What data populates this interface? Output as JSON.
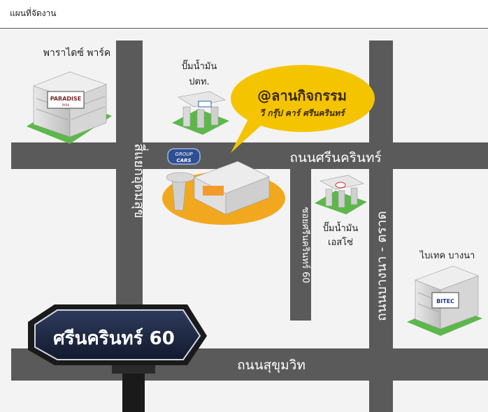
{
  "header": {
    "title": "แผนที่จัดงาน"
  },
  "map": {
    "roads": {
      "srinakarin": "ถนนศรีนครินทร์",
      "sukhumvit": "ถนนสุขุมวิท",
      "bangna_trad": "ถนนบางนา - ตราด",
      "udomsuk": "สี่แยกอุดมสุข",
      "soi60": "ซอยศรีนครินทร์ 60"
    },
    "landmarks": {
      "paradise_label": "พาราไดซ์ พาร์ค",
      "paradise_logo": "PARADISE",
      "paradise_sub": "PARK",
      "ptt_line1": "ปั๊มน้ำมัน",
      "ptt_line2": "ปตท.",
      "esso_line1": "ปั๊มน้ำมัน",
      "esso_line2": "เอสโซ่",
      "bitec_label": "ไบเทค บางนา",
      "bitec_logo": "BITEC",
      "vgroup_logo_top": "GROUP",
      "vgroup_logo_bottom": "CARS"
    },
    "callout": {
      "line1": "@ลานกิจกรรม",
      "line2": "วี กรุ๊ป คาร์ ศรีนครินทร์"
    },
    "street_sign": "ศรีนครินทร์ 60",
    "colors": {
      "road": "#5a5a5a",
      "callout": "#f5c400",
      "venue_ground": "#f2a81e",
      "building_green": "#5cb84a",
      "sign_bg": "#1f2a44"
    }
  }
}
